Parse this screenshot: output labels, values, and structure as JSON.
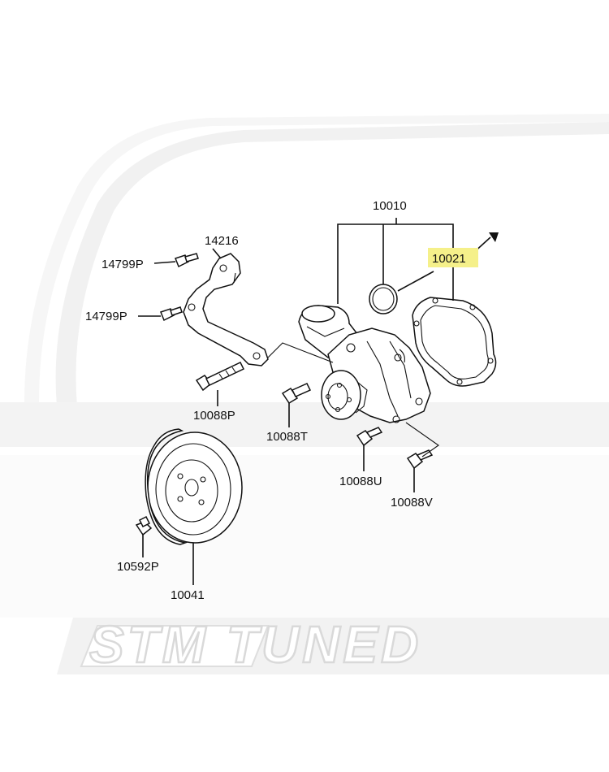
{
  "diagram": {
    "watermark": "STM TUNED",
    "highlight_color": "#f5f08a",
    "callouts": {
      "p10010": "10010",
      "p10021": "10021",
      "p14216": "14216",
      "p14799P_a": "14799P",
      "p14799P_b": "14799P",
      "p10088P": "10088P",
      "p10088T": "10088T",
      "p10088U": "10088U",
      "p10088V": "10088V",
      "p10592P": "10592P",
      "p10041": "10041"
    }
  }
}
